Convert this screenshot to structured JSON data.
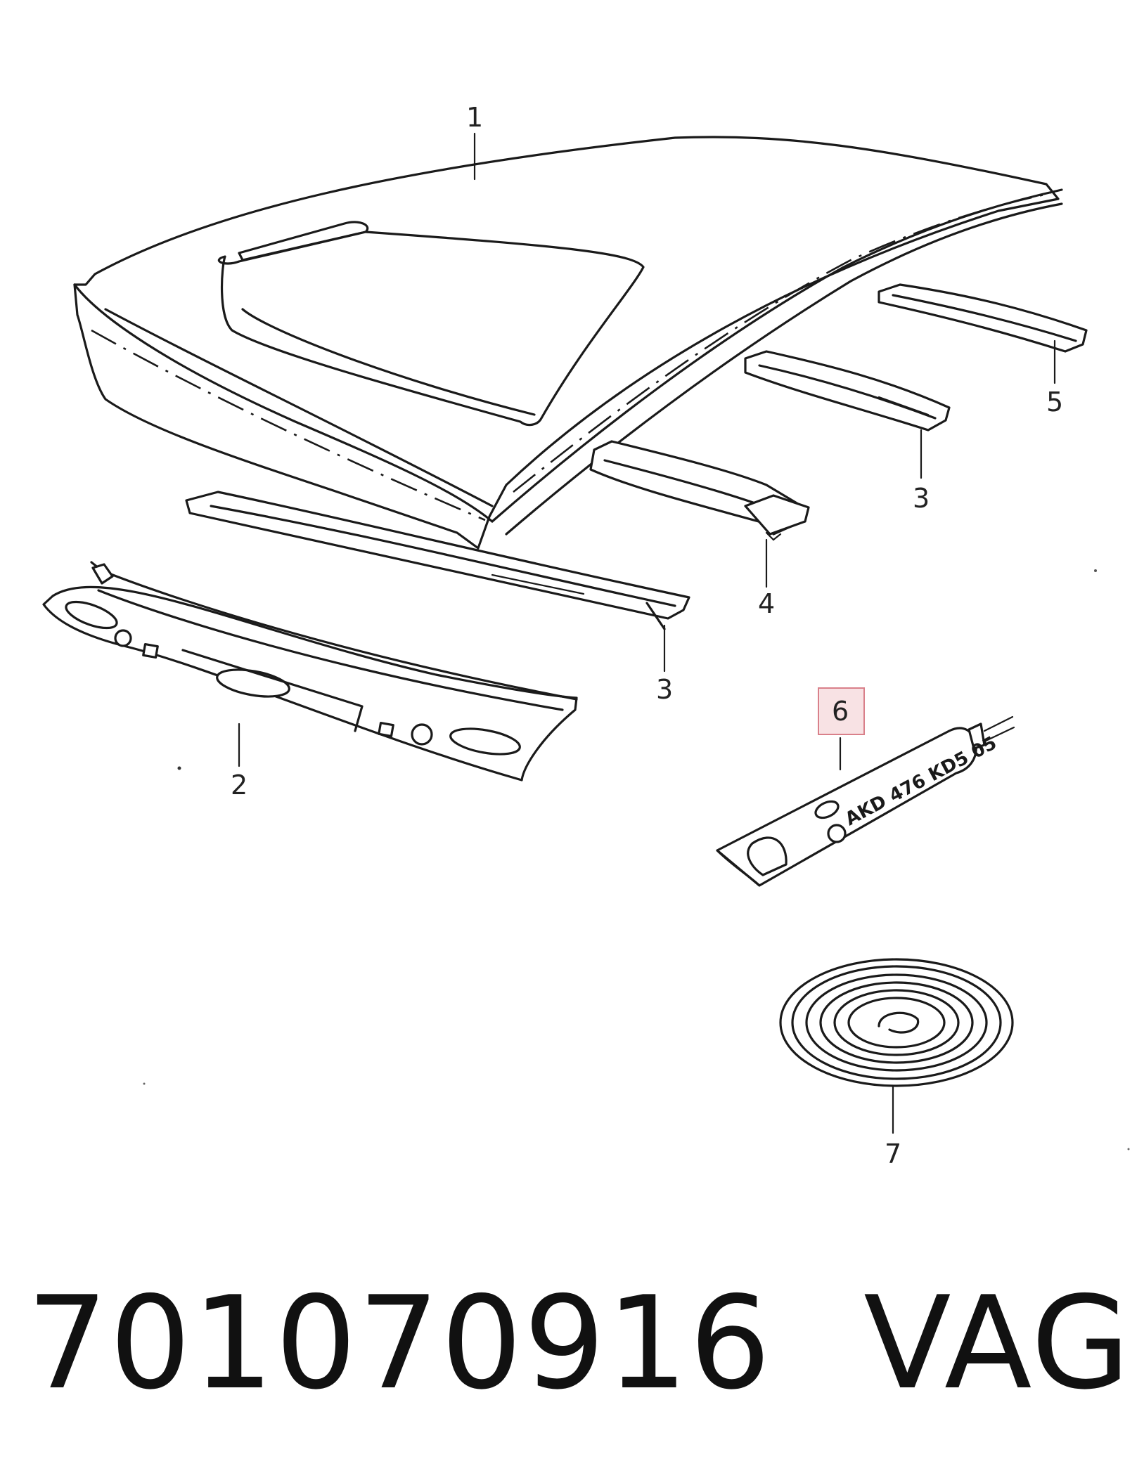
{
  "diagram": {
    "callouts": [
      {
        "id": "1",
        "label": "1"
      },
      {
        "id": "2",
        "label": "2"
      },
      {
        "id": "3a",
        "label": "3"
      },
      {
        "id": "3b",
        "label": "3"
      },
      {
        "id": "4",
        "label": "4"
      },
      {
        "id": "5",
        "label": "5"
      },
      {
        "id": "6",
        "label": "6",
        "highlighted": true
      },
      {
        "id": "7",
        "label": "7"
      }
    ],
    "tube_marking": "AKD 476 KD5 05",
    "highlight_color": "#d9808a"
  },
  "footer": {
    "part_number": "701070916",
    "brand": "VAG"
  }
}
